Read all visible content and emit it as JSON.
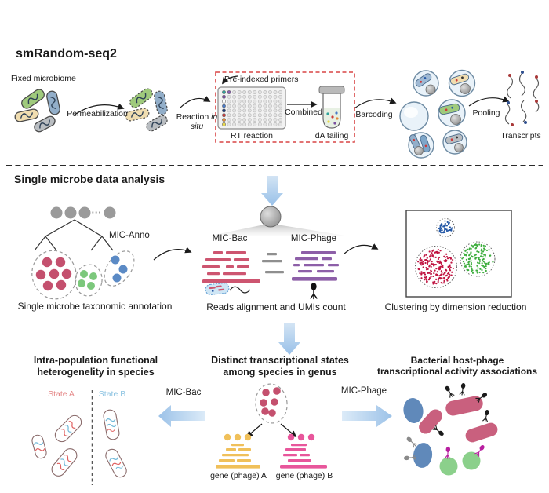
{
  "figure": {
    "top": {
      "title": "smRandom-seq2",
      "fixed_microbiome_label": "Fixed microbiome",
      "permeabilization_label": "Permeabilization",
      "reaction_word": "Reaction",
      "in_word": "in",
      "situ_word": "situ",
      "pre_indexed_primers_label": "Pre-indexed primers",
      "rt_reaction_label": "RT reaction",
      "combined_label": "Combined",
      "da_tailing_label": "dA tailing",
      "barcoding_label": "Barcoding",
      "pooling_label": "Pooling",
      "transcripts_label": "Transcripts"
    },
    "analysis": {
      "heading": "Single microbe data analysis",
      "mic_anno_label": "MIC-Anno",
      "dots_ellipsis": "···",
      "taxonomic_caption": "Single microbe taxonomic annotation",
      "mic_bac_label": "MIC-Bac",
      "mic_phage_label": "MIC-Phage",
      "reads_caption": "Reads alignment and UMIs count",
      "clustering_caption": "Clustering by dimension reduction"
    },
    "applications": {
      "left_title_lines": [
        "Intra-population functional",
        "heterogenelity in species"
      ],
      "state_a_label": "State A",
      "state_b_label": "State B",
      "mic_bac_label": "MIC-Bac",
      "middle_title_lines": [
        "Distinct transcriptional states",
        "among species in genus"
      ],
      "gene_a_label": "gene (phage) A",
      "gene_b_label": "gene (phage) B",
      "mic_phage_label": "MIC-Phage",
      "right_title_lines": [
        "Bacterial host-phage",
        "transcriptional activity associations"
      ]
    },
    "colors": {
      "crimson": "#c4506e",
      "green": "#7cc87c",
      "blue": "#5b8ac5",
      "purple": "#8d5fa8",
      "yellow": "#f0c05a",
      "magenta": "#e8569b",
      "scatter_red": "#c01441",
      "scatter_green": "#3fae3f",
      "scatter_blue": "#2458a6",
      "arrow_blue": "#9cc2e8",
      "dashed_box_red": "#d94545",
      "state_a_color": "#e58a8a",
      "state_b_color": "#8ec4e2"
    }
  }
}
